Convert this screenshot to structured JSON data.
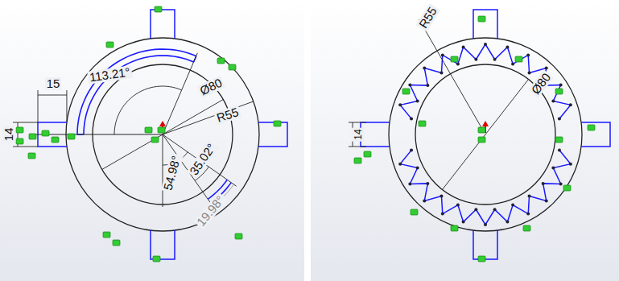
{
  "diagram": {
    "labels": [
      "15",
      "14",
      "113.21°",
      "Ø80",
      "R55",
      "54.98°",
      "35.02°",
      "19.98°",
      "R55",
      "Ø80",
      "14"
    ]
  }
}
